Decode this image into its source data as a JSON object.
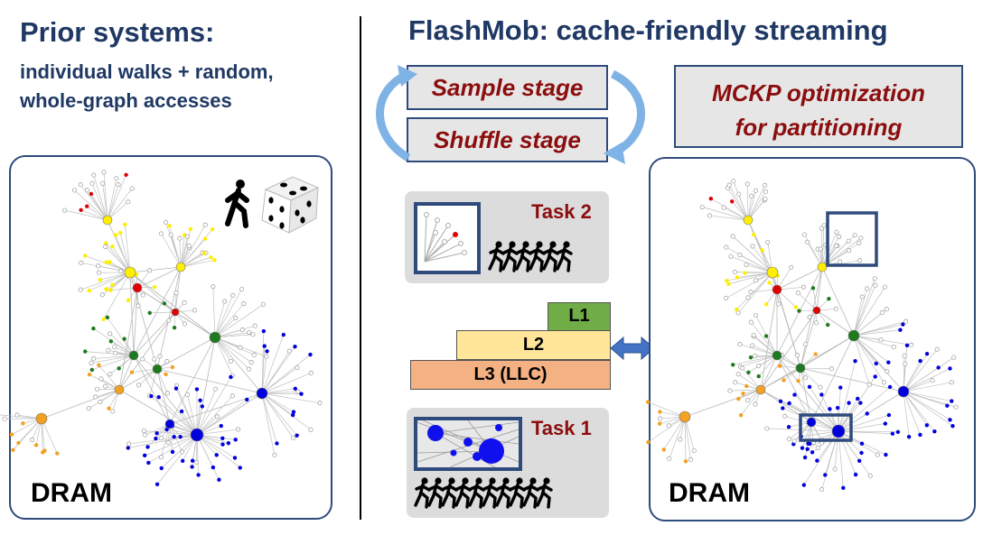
{
  "left": {
    "title": "Prior systems:",
    "subtitle_line1": "individual walks + random,",
    "subtitle_line2": "whole-graph accesses",
    "memory_label": "DRAM"
  },
  "right": {
    "title": "FlashMob: cache-friendly streaming",
    "sample_stage": "Sample stage",
    "shuffle_stage": "Shuffle stage",
    "mckp_line1": "MCKP optimization",
    "mckp_line2": "for partitioning",
    "task2_label": "Task 2",
    "task1_label": "Task 1",
    "cache_l1": "L1",
    "cache_l2": "L2",
    "cache_l3": "L3 (LLC)",
    "memory_label": "DRAM"
  },
  "colors": {
    "title": "#1f3864",
    "stage_text": "#8b0e0e",
    "panel_border": "#2f4b7c",
    "cycle_arrow": "#7fb2e5",
    "l1": "#70ad47",
    "l2": "#ffe699",
    "l3": "#f4b183",
    "node_red": "#e00000",
    "node_yellow": "#ffee00",
    "node_green": "#1e7a1e",
    "node_orange": "#f4a020",
    "node_blue": "#0000dd",
    "node_white": "#ffffff"
  },
  "icons": [
    "walker-icon",
    "dice-icon",
    "runners-icon",
    "cycle-arrow-icon",
    "double-arrow-icon"
  ]
}
